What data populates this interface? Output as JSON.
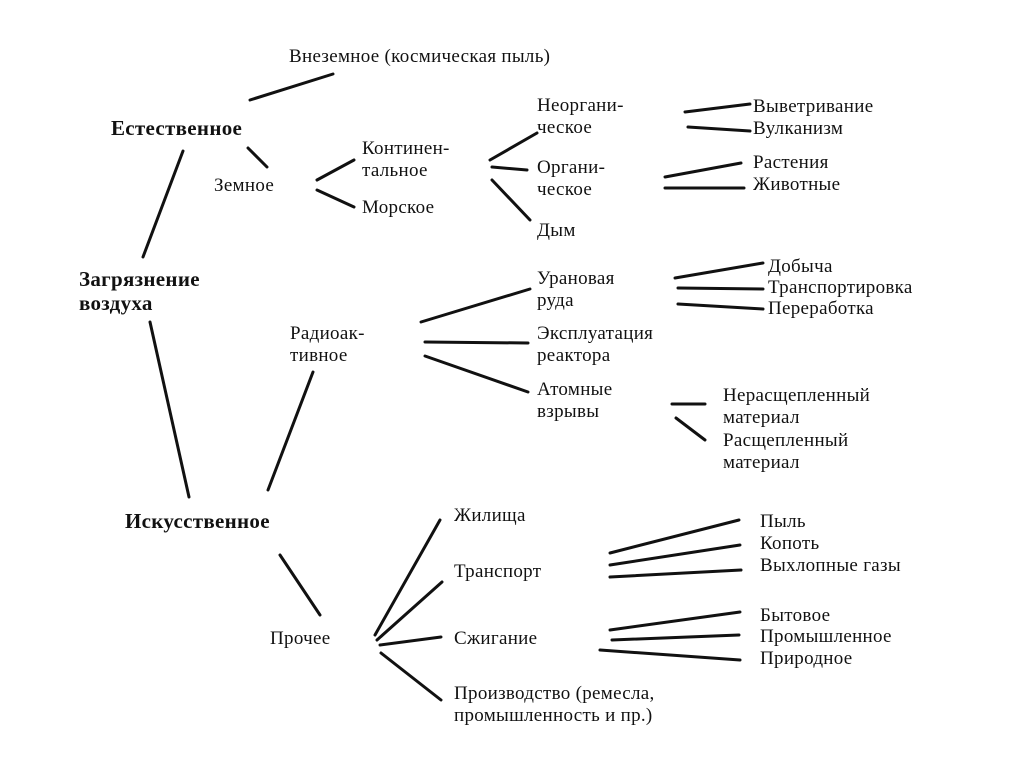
{
  "nodes": {
    "vnezemnoe": "Внеземное (космическая пыль)",
    "estestvennoe": "Естественное",
    "zemnoe": "Земное",
    "kontinent_1": "Континен-",
    "kontinent_2": "тальное",
    "morskoe": "Морское",
    "neorg_1": "Неоргани-",
    "neorg_2": "ческое",
    "org_1": "Органи-",
    "org_2": "ческое",
    "dym": "Дым",
    "vyvetrivanie": "Выветривание",
    "vulkanizm": "Вулканизм",
    "rasteniya": "Растения",
    "zhivotnye": "Животные",
    "zagr_1": "Загрязнение",
    "zagr_2": "воздуха",
    "radio_1": "Радиоак-",
    "radio_2": "тивное",
    "uran_1": "Урановая",
    "uran_2": "руда",
    "dobycha": "Добыча",
    "transportirovka": "Транспортировка",
    "pererabotka": "Переработка",
    "ekspl_1": "Эксплуатация",
    "ekspl_2": "реактора",
    "atom_1": "Атомные",
    "atom_2": "взрывы",
    "nerasshch_1": "Нерасщепленный",
    "nerasshch_2": "материал",
    "rasshch_1": "Расщепленный",
    "rasshch_2": "материал",
    "iskusstvennoe": "Искусственное",
    "prochee": "Прочее",
    "zhilishcha": "Жилища",
    "transport": "Транспорт",
    "szhiganie": "Сжигание",
    "proizv_1": "Производство (ремесла,",
    "proizv_2": "промышленность и пр.)",
    "pyl": "Пыль",
    "kopot": "Копоть",
    "vykhlop": "Выхлопные газы",
    "bytovoe": "Бытовое",
    "promyshlennoe": "Промышленное",
    "prirodnoe": "Природное"
  }
}
